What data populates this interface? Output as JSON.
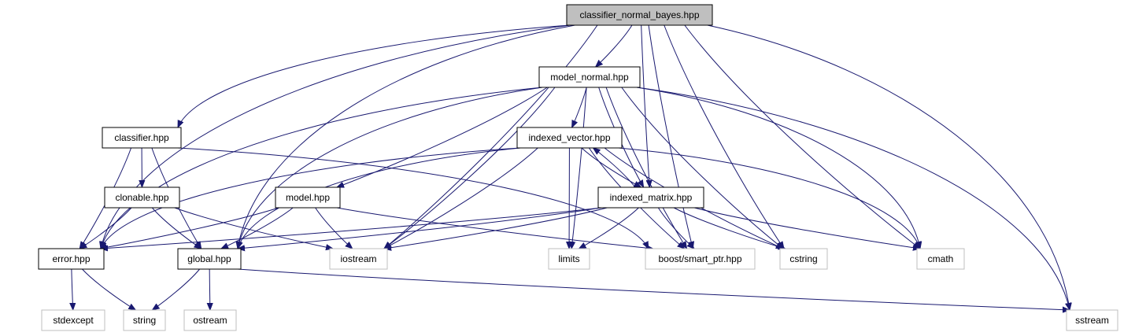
{
  "diagram": {
    "type": "include-dependency-graph",
    "colors": {
      "edge": "#191970",
      "root_fill": "#bfbfbf",
      "local_border": "#000000",
      "external_border": "#bfbfbf",
      "background": "#ffffff"
    },
    "nodes": [
      {
        "id": "classifier_normal_bayes",
        "label": "classifier_normal_bayes.hpp",
        "kind": "root"
      },
      {
        "id": "model_normal",
        "label": "model_normal.hpp",
        "kind": "local"
      },
      {
        "id": "classifier",
        "label": "classifier.hpp",
        "kind": "local"
      },
      {
        "id": "indexed_vector",
        "label": "indexed_vector.hpp",
        "kind": "local"
      },
      {
        "id": "clonable",
        "label": "clonable.hpp",
        "kind": "local"
      },
      {
        "id": "model",
        "label": "model.hpp",
        "kind": "local"
      },
      {
        "id": "indexed_matrix",
        "label": "indexed_matrix.hpp",
        "kind": "local"
      },
      {
        "id": "error",
        "label": "error.hpp",
        "kind": "local"
      },
      {
        "id": "global",
        "label": "global.hpp",
        "kind": "local"
      },
      {
        "id": "iostream",
        "label": "iostream",
        "kind": "external"
      },
      {
        "id": "limits",
        "label": "limits",
        "kind": "external"
      },
      {
        "id": "boost_smart_ptr",
        "label": "boost/smart_ptr.hpp",
        "kind": "external"
      },
      {
        "id": "cstring",
        "label": "cstring",
        "kind": "external"
      },
      {
        "id": "cmath",
        "label": "cmath",
        "kind": "external"
      },
      {
        "id": "stdexcept",
        "label": "stdexcept",
        "kind": "external"
      },
      {
        "id": "string",
        "label": "string",
        "kind": "external"
      },
      {
        "id": "ostream",
        "label": "ostream",
        "kind": "external"
      },
      {
        "id": "sstream",
        "label": "sstream",
        "kind": "external"
      }
    ],
    "edges": [
      [
        "classifier_normal_bayes",
        "model_normal"
      ],
      [
        "classifier_normal_bayes",
        "classifier"
      ],
      [
        "classifier_normal_bayes",
        "error"
      ],
      [
        "classifier_normal_bayes",
        "global"
      ],
      [
        "classifier_normal_bayes",
        "iostream"
      ],
      [
        "classifier_normal_bayes",
        "indexed_matrix"
      ],
      [
        "classifier_normal_bayes",
        "boost_smart_ptr"
      ],
      [
        "classifier_normal_bayes",
        "cstring"
      ],
      [
        "classifier_normal_bayes",
        "cmath"
      ],
      [
        "classifier_normal_bayes",
        "sstream"
      ],
      [
        "model_normal",
        "indexed_vector"
      ],
      [
        "model_normal",
        "model"
      ],
      [
        "model_normal",
        "indexed_matrix"
      ],
      [
        "model_normal",
        "error"
      ],
      [
        "model_normal",
        "global"
      ],
      [
        "model_normal",
        "iostream"
      ],
      [
        "model_normal",
        "limits"
      ],
      [
        "model_normal",
        "boost_smart_ptr"
      ],
      [
        "model_normal",
        "cstring"
      ],
      [
        "model_normal",
        "cmath"
      ],
      [
        "model_normal",
        "sstream"
      ],
      [
        "classifier",
        "clonable"
      ],
      [
        "classifier",
        "error"
      ],
      [
        "classifier",
        "global"
      ],
      [
        "classifier",
        "boost_smart_ptr"
      ],
      [
        "indexed_vector",
        "indexed_matrix"
      ],
      [
        "indexed_vector",
        "error"
      ],
      [
        "indexed_vector",
        "global"
      ],
      [
        "indexed_vector",
        "iostream"
      ],
      [
        "indexed_vector",
        "limits"
      ],
      [
        "indexed_vector",
        "boost_smart_ptr"
      ],
      [
        "indexed_vector",
        "cstring"
      ],
      [
        "indexed_vector",
        "cmath"
      ],
      [
        "indexed_matrix",
        "indexed_vector"
      ],
      [
        "indexed_matrix",
        "error"
      ],
      [
        "indexed_matrix",
        "global"
      ],
      [
        "indexed_matrix",
        "iostream"
      ],
      [
        "indexed_matrix",
        "limits"
      ],
      [
        "indexed_matrix",
        "boost_smart_ptr"
      ],
      [
        "indexed_matrix",
        "cstring"
      ],
      [
        "indexed_matrix",
        "cmath"
      ],
      [
        "clonable",
        "error"
      ],
      [
        "clonable",
        "global"
      ],
      [
        "clonable",
        "iostream"
      ],
      [
        "model",
        "error"
      ],
      [
        "model",
        "global"
      ],
      [
        "model",
        "iostream"
      ],
      [
        "model",
        "boost_smart_ptr"
      ],
      [
        "error",
        "stdexcept"
      ],
      [
        "error",
        "string"
      ],
      [
        "global",
        "string"
      ],
      [
        "global",
        "ostream"
      ],
      [
        "global",
        "sstream"
      ]
    ]
  }
}
